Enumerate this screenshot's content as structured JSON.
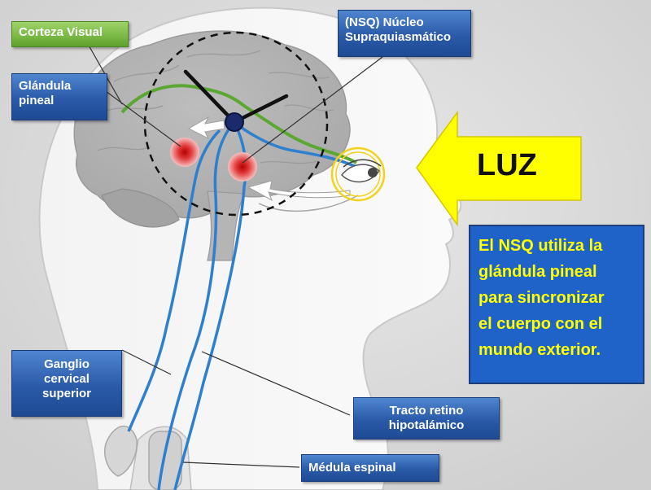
{
  "labels": {
    "corteza_visual": "Corteza Visual",
    "nsq": "(NSQ) Núcleo\nSupraquiasmático",
    "glandula_pineal": "Glándula\npineal",
    "ganglio": "Ganglio\ncervical\nsuperior",
    "tracto": "Tracto retino\nhipotalámico",
    "medula": "Médula espinal"
  },
  "luz_text": "LUZ",
  "info_text": "El NSQ  utiliza la\nglándula pineal\npara sincronizar\nel cuerpo con el\nmundo exterior.",
  "colors": {
    "label_blue": "#2a5aa8",
    "label_green": "#78b843",
    "arrow_yellow": "#ffff00",
    "nerve_blue": "#2f7fcf",
    "nerve_green": "#5aa832",
    "info_bg": "#1f63c8",
    "info_text": "#ffff00"
  },
  "icons": {
    "clock": "clock-hands-icon",
    "eye": "eye-icon",
    "light_arrow": "arrow-left-icon"
  }
}
